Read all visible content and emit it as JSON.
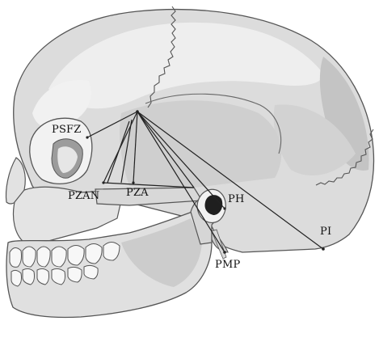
{
  "diagram": {
    "landmark_labels": {
      "psfz": "PSFZ",
      "pzan": "PZAN",
      "pza": "PZA",
      "ph": "PH",
      "pi": "PI",
      "pmp": "PMP"
    },
    "colors": {
      "bone_fill": "#dcdcdc",
      "bone_light": "#ececec",
      "bone_shadow": "#b9b9b9",
      "outline": "#555555",
      "measure_line": "#222222",
      "background": "#ffffff"
    }
  }
}
